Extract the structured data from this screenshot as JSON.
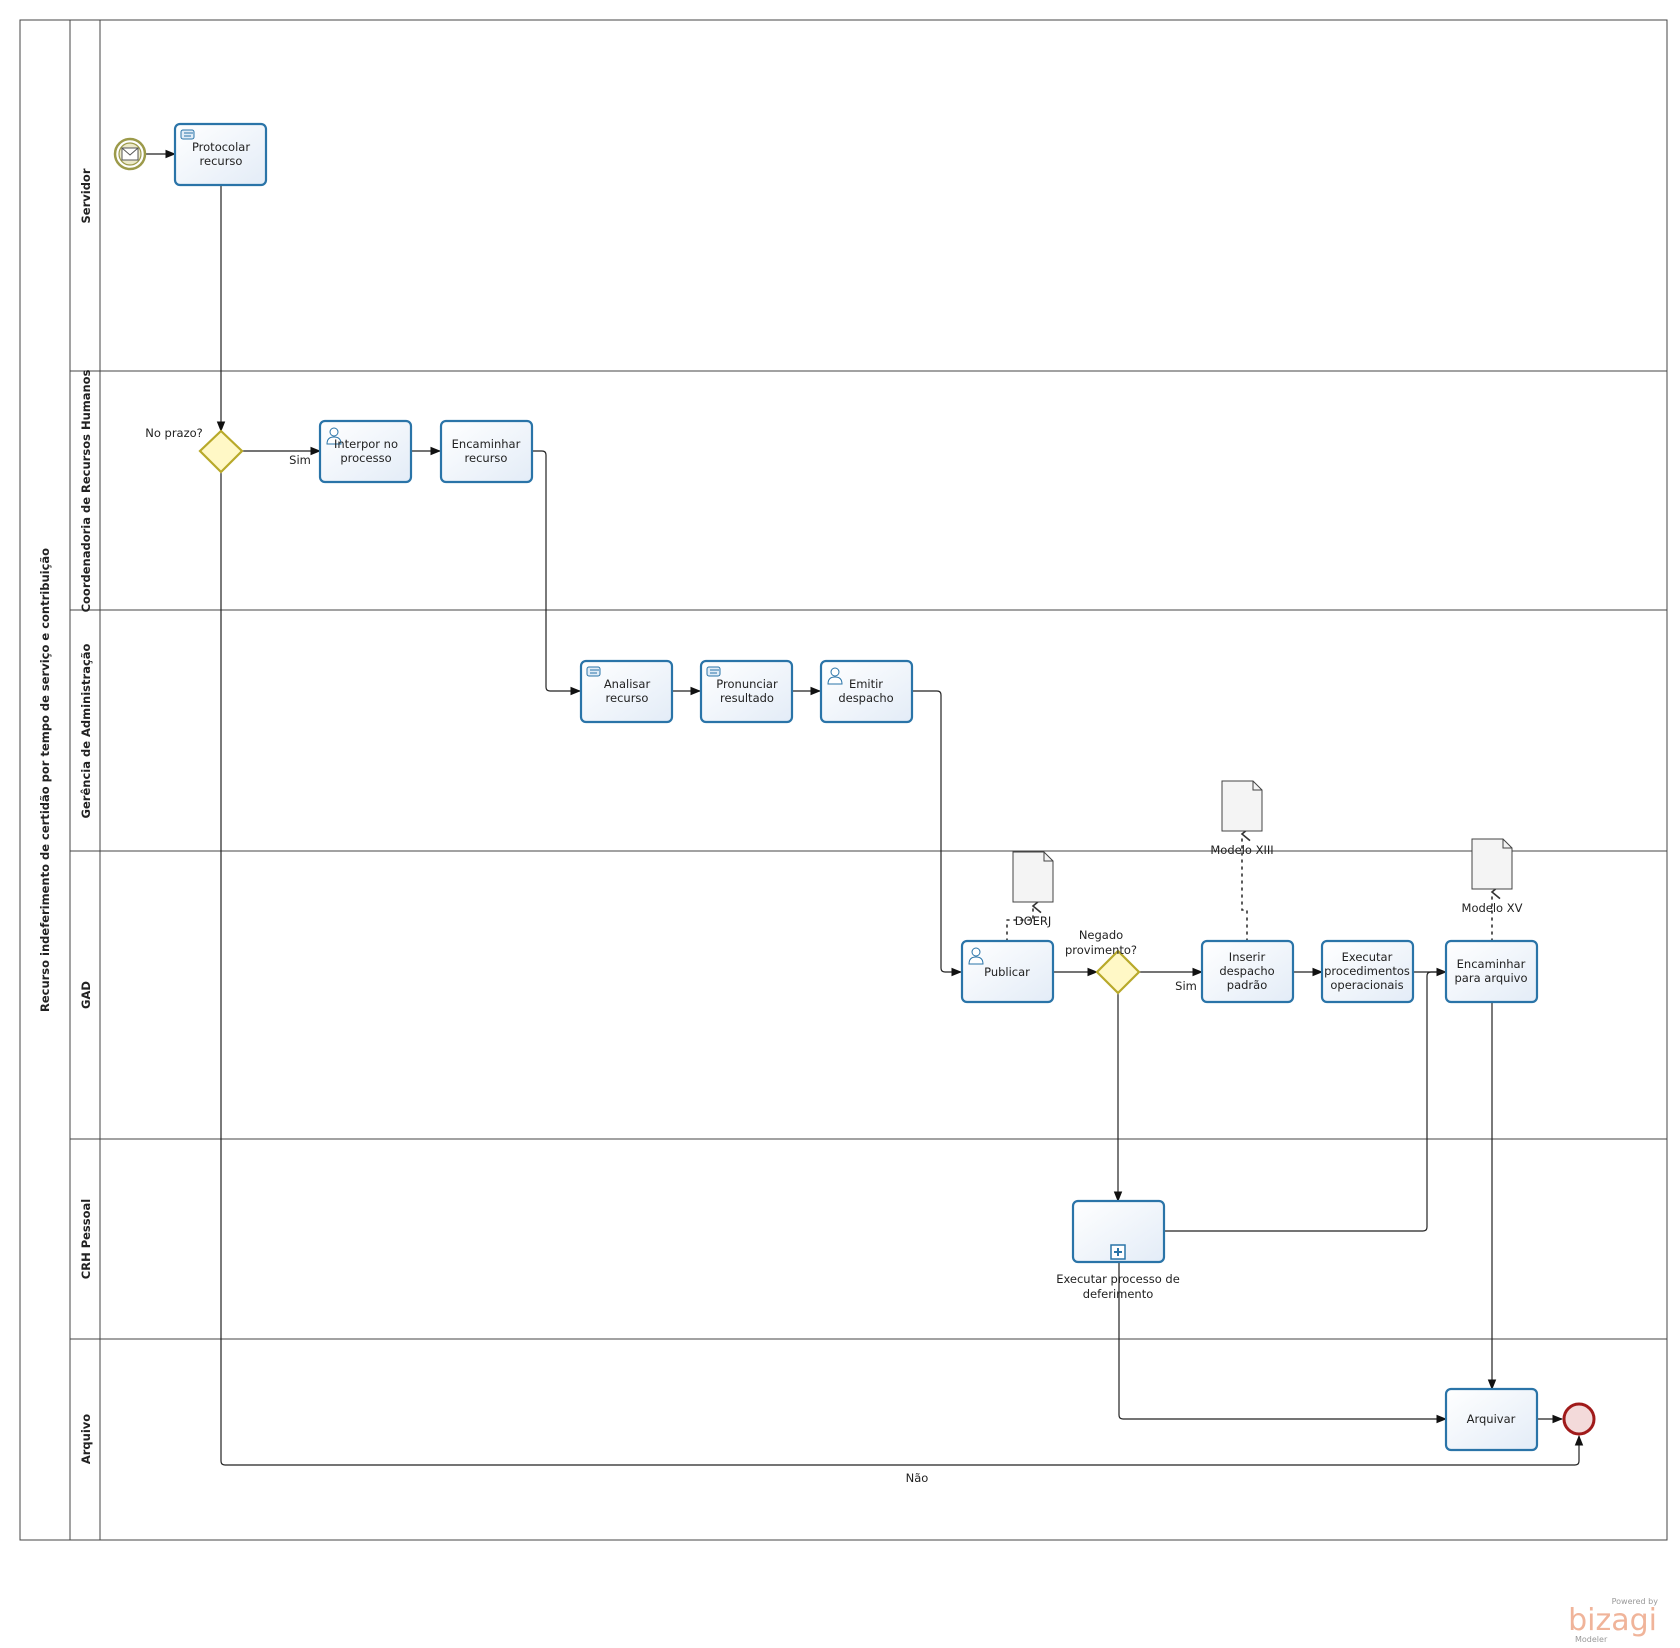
{
  "pool": {
    "title": "Recurso indeferimento de certidão por tempo de serviço e contribuição"
  },
  "lanes": [
    {
      "id": "servidor",
      "label": "Servidor"
    },
    {
      "id": "crh",
      "label": "Coordenadoria de Recursos Humanos"
    },
    {
      "id": "gad_admin",
      "label": "Gerência de Administração"
    },
    {
      "id": "gad",
      "label": "GAD"
    },
    {
      "id": "crh_pessoal",
      "label": "CRH Pessoal"
    },
    {
      "id": "arquivo",
      "label": "Arquivo"
    }
  ],
  "tasks": {
    "protocolar": {
      "lines": [
        "Protocolar",
        "recurso"
      ],
      "type": "manual"
    },
    "interpor": {
      "lines": [
        "Interpor no",
        "processo"
      ],
      "type": "user"
    },
    "encaminhar_recurso": {
      "lines": [
        "Encaminhar",
        "recurso"
      ],
      "type": "none"
    },
    "analisar": {
      "lines": [
        "Analisar",
        "recurso"
      ],
      "type": "manual"
    },
    "pronunciar": {
      "lines": [
        "Pronunciar",
        "resultado"
      ],
      "type": "manual"
    },
    "emitir": {
      "lines": [
        "Emitir",
        "despacho"
      ],
      "type": "user"
    },
    "publicar": {
      "lines": [
        "Publicar"
      ],
      "type": "user"
    },
    "inserir": {
      "lines": [
        "Inserir",
        "despacho",
        "padrão"
      ],
      "type": "none"
    },
    "executar_proc": {
      "lines": [
        "Executar",
        "procedimentos",
        "operacionais"
      ],
      "type": "none"
    },
    "encaminhar_arquivo": {
      "lines": [
        "Encaminhar",
        "para arquivo"
      ],
      "type": "none"
    },
    "arquivar": {
      "lines": [
        "Arquivar"
      ],
      "type": "none"
    }
  },
  "subprocess": {
    "lines": [
      "Executar processo de",
      "deferimento"
    ]
  },
  "gateways": {
    "no_prazo": {
      "label": "No prazo?"
    },
    "negado": {
      "lines": [
        "Negado",
        "provimento?"
      ]
    }
  },
  "documents": {
    "doerj": {
      "label": "DOERJ"
    },
    "modelo_xiii": {
      "label": "Modelo XIII"
    },
    "modelo_xv": {
      "label": "Modelo XV"
    }
  },
  "flow_labels": {
    "sim_1": "Sim",
    "sim_2": "Sim",
    "nao": "Não"
  },
  "logo": {
    "powered": "Powered by",
    "name": "bizagi",
    "product": "Modeler"
  },
  "colors": {
    "task_border": "#2a74a8",
    "gateway_fill": "#fff8c6",
    "gateway_border": "#b8a92a",
    "start_event": "#9c9a4a",
    "end_event": "#a01a1a"
  }
}
